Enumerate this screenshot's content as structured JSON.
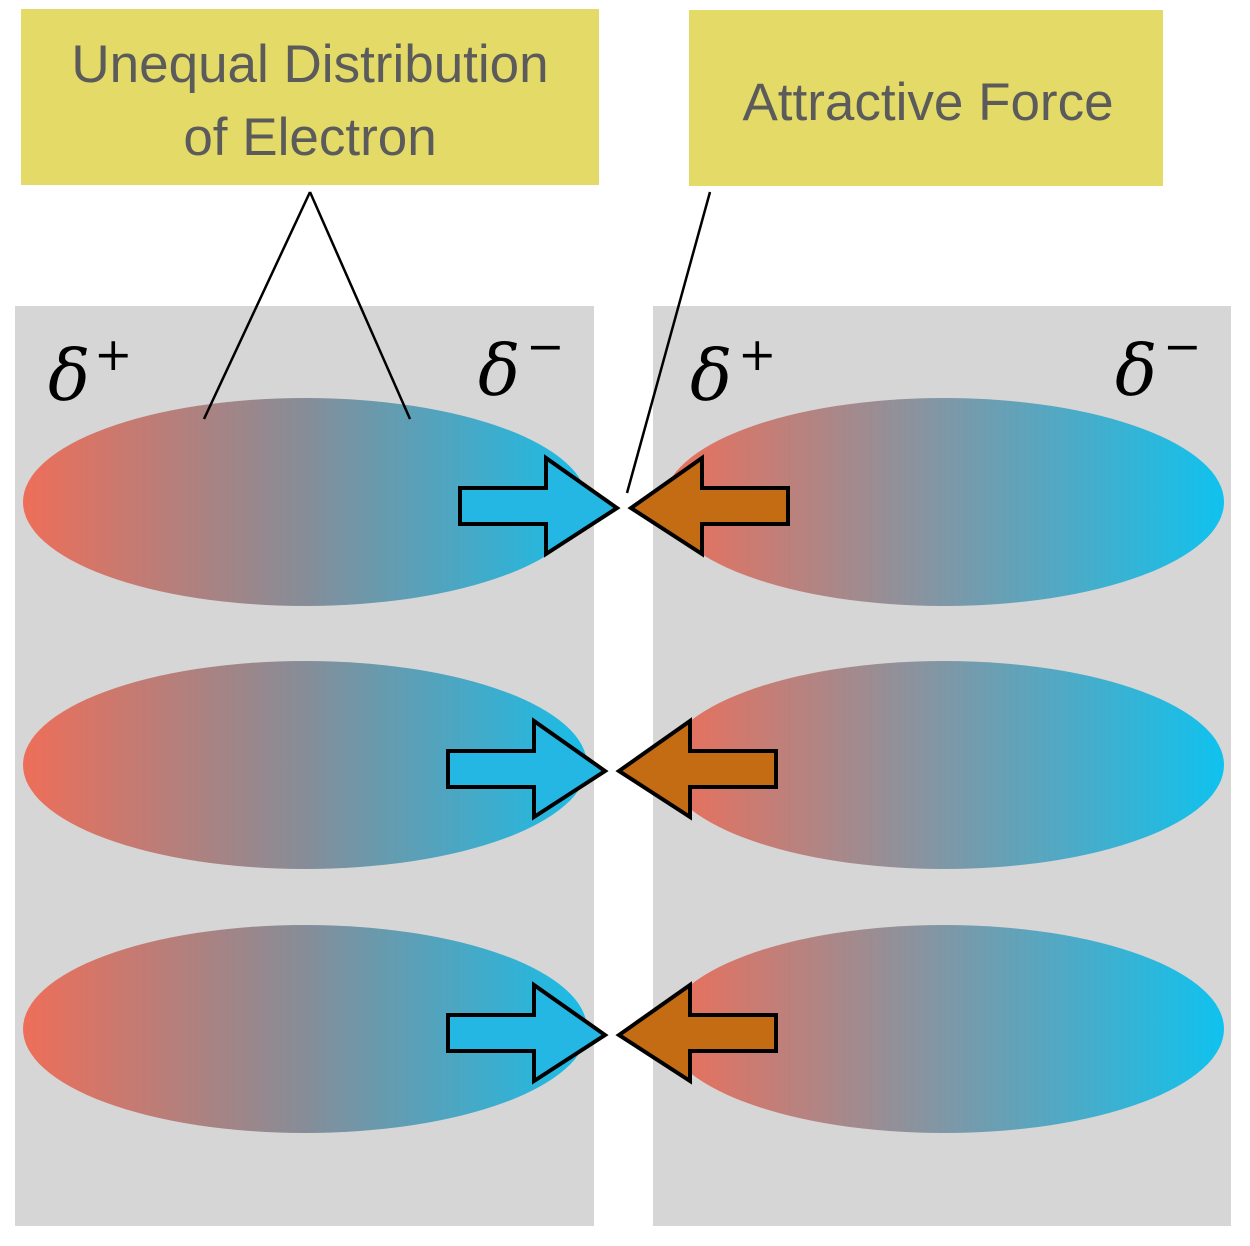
{
  "callouts": {
    "left": {
      "line1": "Unequal Distribution",
      "line2": "of Electron"
    },
    "right": {
      "text": "Attractive Force"
    }
  },
  "charges": {
    "symbol": "δ",
    "plus": "+",
    "minus": "−"
  },
  "molecule_rows": 3,
  "colors": {
    "callout_fill": "#e4da68",
    "panel_fill": "#d6d6d6",
    "positive_end": "#ee6e59",
    "negative_end": "#0fc2ee",
    "arrow_blue": "#25b7e4",
    "arrow_orange": "#c36c13",
    "label_text": "#5b5b5b"
  }
}
